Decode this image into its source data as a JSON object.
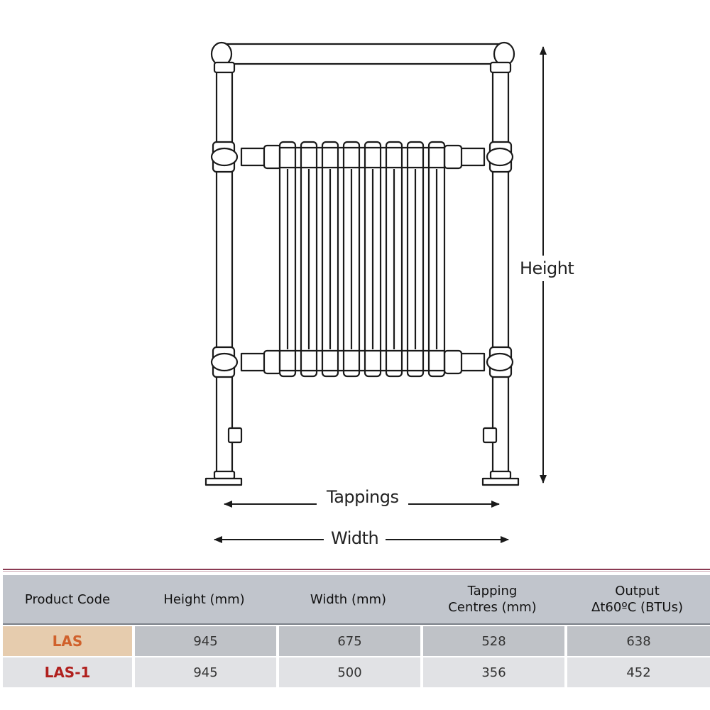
{
  "diagram": {
    "labels": {
      "height": "Height",
      "tappings": "Tappings",
      "width": "Width"
    }
  },
  "table": {
    "headers": [
      "Product Code",
      "Height (mm)",
      "Width (mm)",
      "Tapping\nCentres (mm)",
      "Output\nΔt60ºC (BTUs)"
    ],
    "rows": [
      {
        "code": "LAS",
        "height": "945",
        "width": "675",
        "tapping_centres": "528",
        "output": "638"
      },
      {
        "code": "LAS-1",
        "height": "945",
        "width": "500",
        "tapping_centres": "356",
        "output": "452"
      }
    ],
    "colors": {
      "header_bg": "#c1c5cc",
      "row1_code_bg": "#e6ccae",
      "row1_code_text": "#d0612c",
      "row1_bg": "#bfc2c7",
      "row2_bg": "#e1e2e5",
      "row2_code_text": "#b0201e",
      "accent_rule": "#8a3a52"
    }
  }
}
